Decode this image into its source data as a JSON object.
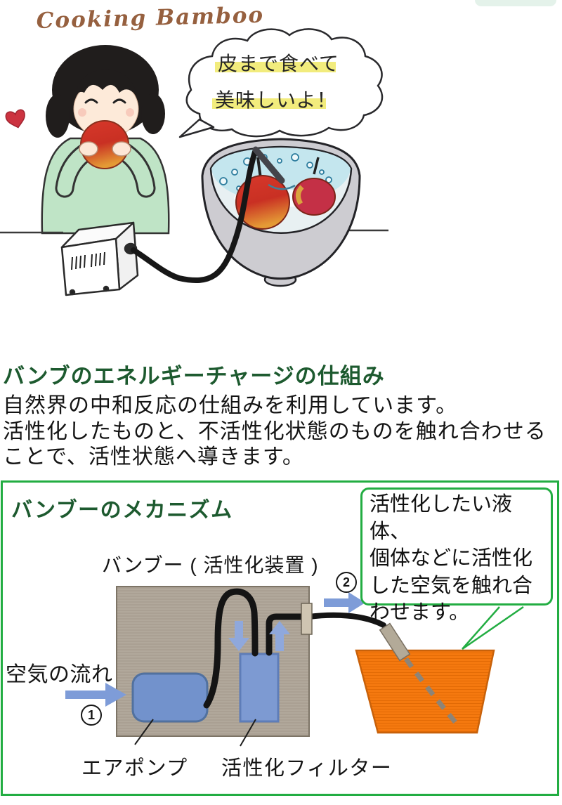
{
  "illustration": {
    "logo": "Cooking Bamboo",
    "speech_line1": "皮まで食べて",
    "speech_line2": "美味しいよ！"
  },
  "intro": {
    "heading": "バンブのエネルギーチャージの仕組み",
    "line1": "自然界の中和反応の仕組みを利用しています。",
    "line2": "活性化したものと、不活性化状態のものを触れ合わせる",
    "line3": "ことで、活性状態へ導きます。"
  },
  "mechanism": {
    "title": "バンブーのメカニズム",
    "device_label": "バンブー ( 活性化装置 )",
    "callout_line1": "活性化したい液体、",
    "callout_line2": "個体などに活性化",
    "callout_line3": "した空気を触れ合",
    "callout_line4": "わせます。",
    "airflow_label": "空気の流れ",
    "step1": "1",
    "step2": "2",
    "pump_label": "エアポンプ",
    "filter_label": "活性化フィルター"
  },
  "colors": {
    "heading_green": "#1d5a2f",
    "frame_green": "#22ad42",
    "device_box_tan": "#b1a89b",
    "component_blue": "#7292cc",
    "arrow_blue": "#7e9cd8",
    "container_orange": "#f5790f",
    "highlight_yellow": "#f2ec7d",
    "logo_brown": "#96603f",
    "text_black": "#141414"
  }
}
